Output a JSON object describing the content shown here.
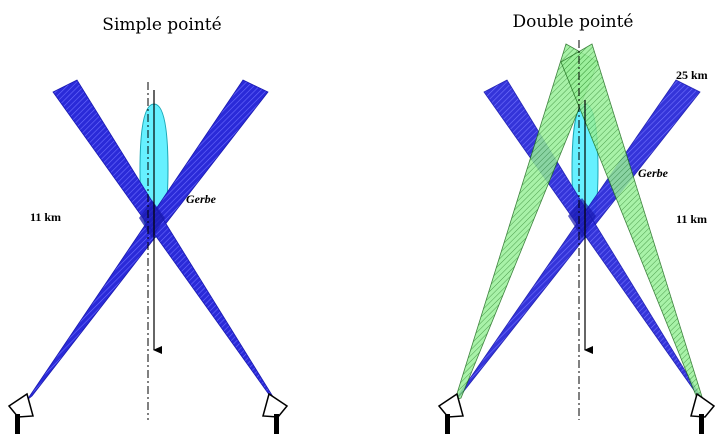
{
  "diagram": {
    "panels": [
      {
        "title": "Simple pointé",
        "labels": {
          "altitude_low": "11 km",
          "plume": "Gerbe"
        }
      },
      {
        "title": "Double pointé",
        "labels": {
          "altitude_high": "25 km",
          "plume": "Gerbe",
          "altitude_low": "11 km"
        }
      }
    ],
    "colors": {
      "beam_blue": "#2a2ad8",
      "beam_blue_hatch": "#6b6bff",
      "beam_green": "#7be27b",
      "beam_green_hatch": "#2f8f2f",
      "plume": "#66f0ff",
      "overlap_blue": "#1a1ab0"
    }
  }
}
